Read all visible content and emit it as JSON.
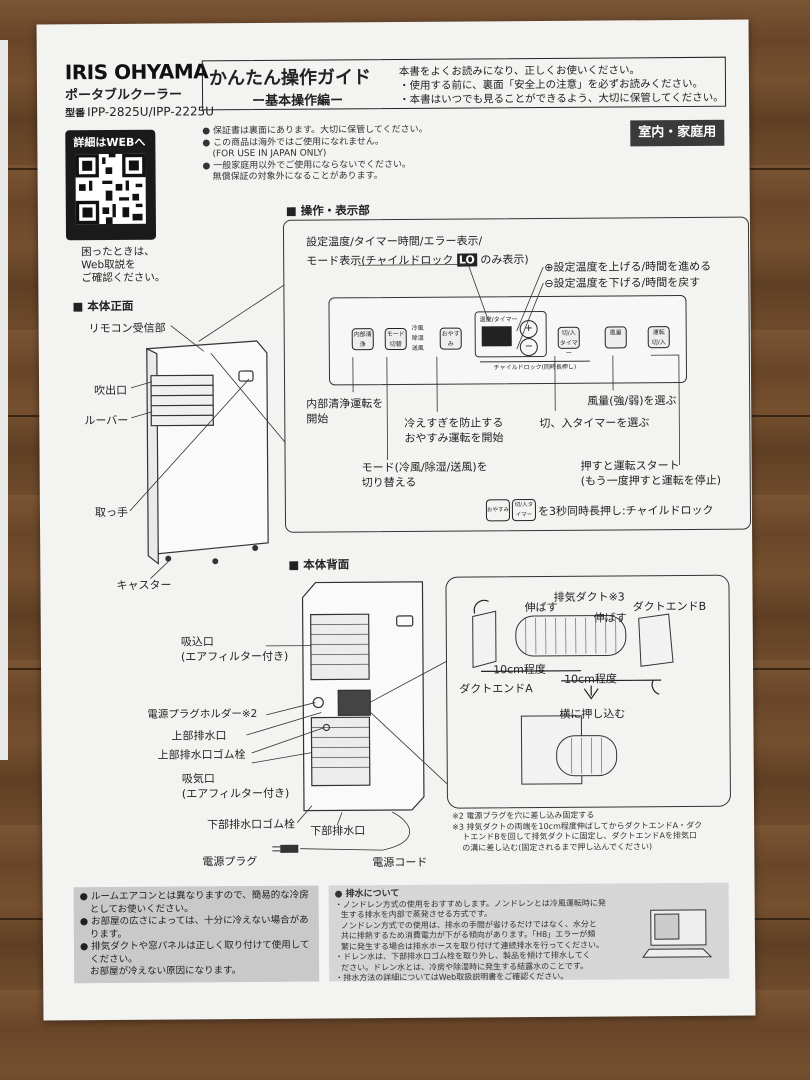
{
  "header": {
    "brand": "IRIS OHYAMA",
    "product": "ポータブルクーラー",
    "model_prefix": "型番",
    "model": "IPP-2825U/IPP-2225U",
    "title": "かんたん操作ガイド",
    "subtitle": "ー基本操作編ー",
    "notes": [
      "本書をよくお読みになり、正しくお使いください。",
      "・使用する前に、裏面「安全上の注意」を必ずお読みください。",
      "・本書はいつでも見ることができるよう、大切に保管してください。"
    ]
  },
  "web": {
    "label": "詳細はWEBへ",
    "help": [
      "困ったときは、",
      "Web取説を",
      "ご確認ください。"
    ]
  },
  "bullets": [
    "保証書は裏面にあります。大切に保管してください。",
    "この商品は海外ではご使用になれません。",
    "(FOR USE IN JAPAN ONLY)",
    "一般家庭用以外でご使用にならないでください。",
    "無償保証の対象外になることがあります。"
  ],
  "tag": "室内・家庭用",
  "front": {
    "title": "本体正面",
    "labels": {
      "remote": "リモコン受信部",
      "outlet": "吹出口",
      "louver": "ルーバー",
      "handle": "取っ手",
      "caster": "キャスター"
    }
  },
  "panel": {
    "title": "操作・表示部",
    "display_note_1": "設定温度/タイマー時間/エラー表示/",
    "display_note_2": "モード表示(チャイルドロック",
    "display_note_lo": "LO",
    "display_note_3": "のみ表示)",
    "plus_note": "⊕設定温度を上げる/時間を進める",
    "minus_note": "⊖設定温度を下げる/時間を戻す",
    "buttons": {
      "clean": "内部清浄",
      "mode": "モード切替",
      "sleep": "おやすみ",
      "timer": "切/入タイマー",
      "fan": "風量",
      "power": "運転切/入"
    },
    "mode_items": [
      "冷風",
      "除湿",
      "送風"
    ],
    "display_label": "温度/タイマー",
    "child_lock_label": "チャイルドロック(同時長押し)",
    "ann_clean": [
      "内部清浄運転を",
      "開始"
    ],
    "ann_sleep": [
      "冷えすぎを防止する",
      "おやすみ運転を開始"
    ],
    "ann_timer": "切、入タイマーを選ぶ",
    "ann_fan": "風量(強/弱)を選ぶ",
    "ann_mode": [
      "モード(冷風/除湿/送風)を",
      "切り替える"
    ],
    "ann_power": [
      "押すと運転スタート",
      "(もう一度押すと運転を停止)"
    ],
    "lock_note": "を3秒同時長押し:チャイルドロック"
  },
  "rear": {
    "title": "本体背面",
    "labels": {
      "intake": [
        "吸込口",
        "(エアフィルター付き)"
      ],
      "plug_holder": "電源プラグホルダー※2",
      "upper_drain": "上部排水口",
      "upper_drain_cap": "上部排水口ゴム栓",
      "air_in": [
        "吸気口",
        "(エアフィルター付き)"
      ],
      "lower_drain_cap": "下部排水口ゴム栓",
      "lower_drain": "下部排水口",
      "plug": "電源プラグ",
      "cord": "電源コード"
    },
    "duct": {
      "exhaust": "排気ダクト※3",
      "stretch_a": "伸ばす",
      "stretch_b": "伸ばす",
      "end_b": "ダクトエンドB",
      "end_a": "ダクトエンドA",
      "len_a": "10cm程度",
      "len_b": "10cm程度",
      "push": "横に押し込む"
    },
    "notes": [
      "※2 電源プラグを穴に差し込み固定する",
      "※3 排気ダクトの両端を10cm程度伸ばしてからダクトエンドA・ダク",
      "トエンドBを回して排気ダクトに固定し、ダクトエンドAを排気口",
      "の溝に差し込む(固定されるまで押し込んでください)"
    ]
  },
  "footer": {
    "left": [
      "● ルームエアコンとは異なりますので、簡易的な冷房",
      "としてお使いください。",
      "● お部屋の広さによっては、十分に冷えない場合があ",
      "ります。",
      "● 排気ダクトや窓パネルは正しく取り付けて使用して",
      "ください。",
      "お部屋が冷えない原因になります。"
    ],
    "right": [
      "● 排水について",
      "・ノンドレン方式の使用をおすすめします。ノンドレンとは冷風運転時に発",
      "生する排水を内部で蒸発させる方式です。",
      "ノンドレン方式での使用は、排水の手間が省けるだけではなく、水分と",
      "共に排熱するため消費電力が下がる傾向があります。「H8」エラーが頻",
      "繁に発生する場合は排水ホースを取り付けて連続排水を行ってください。",
      "・ドレン水は、下部排水口ゴム栓を取り外し、製品を傾けて排水してく",
      "ださい。ドレン水とは、冷房や除湿時に発生する結露水のことです。",
      "・排水方法の詳細についてはWeb取扱説明書をご確認ください。"
    ]
  }
}
